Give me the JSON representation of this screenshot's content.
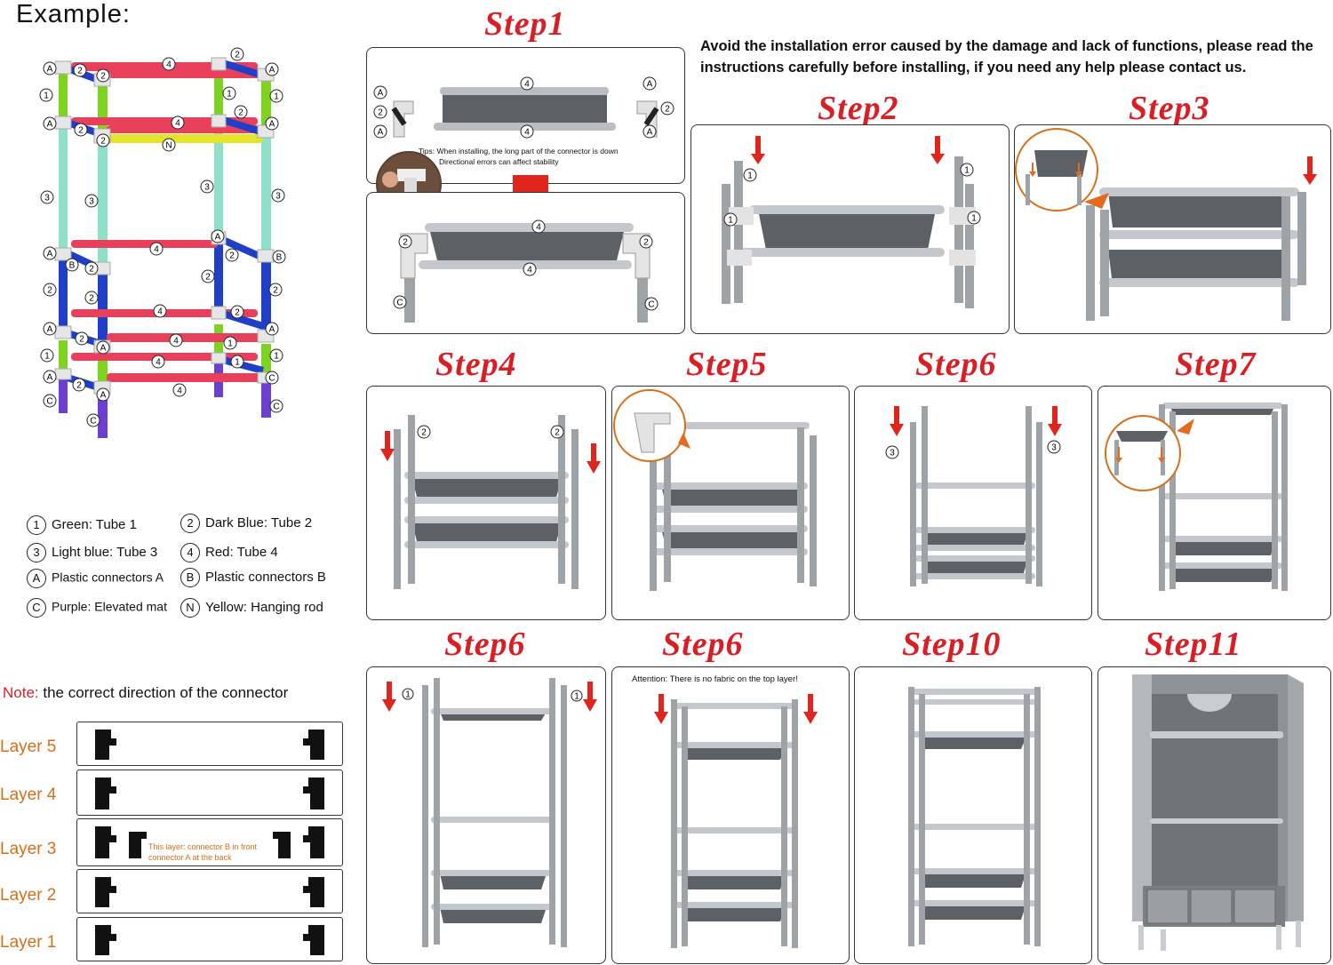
{
  "example_title": "Example:",
  "notice": "Avoid the installation error caused by the damage and lack of functions, please read the instructions carefully before installing, if you need any help please contact us.",
  "steps": {
    "s1": "Step1",
    "s2": "Step2",
    "s3": "Step3",
    "s4": "Step4",
    "s5": "Step5",
    "s6a": "Step6",
    "s7": "Step7",
    "s6b": "Step6",
    "s6c": "Step6",
    "s10": "Step10",
    "s11": "Step11"
  },
  "step1_tip": [
    "Tips: When installing, the long part of the connector is down",
    "Directional errors can affect stability"
  ],
  "step8_attention": "Attention: There is no fabric on the top layer!",
  "legend": [
    {
      "mark": "1",
      "text": "Green: Tube 1"
    },
    {
      "mark": "2",
      "text": "Dark Blue: Tube 2"
    },
    {
      "mark": "3",
      "text": "Light blue: Tube 3"
    },
    {
      "mark": "4",
      "text": "Red: Tube 4"
    },
    {
      "mark": "A",
      "text": "Plastic connectors A"
    },
    {
      "mark": "B",
      "text": "Plastic connectors B"
    },
    {
      "mark": "C",
      "text": "Purple: Elevated mat"
    },
    {
      "mark": "N",
      "text": "Yellow: Hanging rod"
    }
  ],
  "note_label": "Note:",
  "note_text": "the correct direction of the connector",
  "layers": [
    "Layer 5",
    "Layer 4",
    "Layer 3",
    "Layer 2",
    "Layer 1"
  ],
  "layer3_note": [
    "This layer: connector B in front",
    "connector A at the back"
  ],
  "part_marks": {
    "one": "1",
    "two": "2",
    "three": "3",
    "four": "4",
    "a": "A",
    "b": "B",
    "c": "C",
    "n": "N"
  },
  "colors": {
    "title_red": "#d81f26",
    "tube1_green": "#7ed321",
    "tube2_blue": "#1f3fc9",
    "tube3_lightblue": "#8fe0c8",
    "tube4_red": "#e8405a",
    "mat_purple": "#6b3fd0",
    "rod_yellow": "#e6e32b",
    "frame_grey": "#9ea3a8",
    "fabric_dark": "#5d6166",
    "layer_orange": "#d4701c",
    "arrow_red": "#e0261c"
  }
}
